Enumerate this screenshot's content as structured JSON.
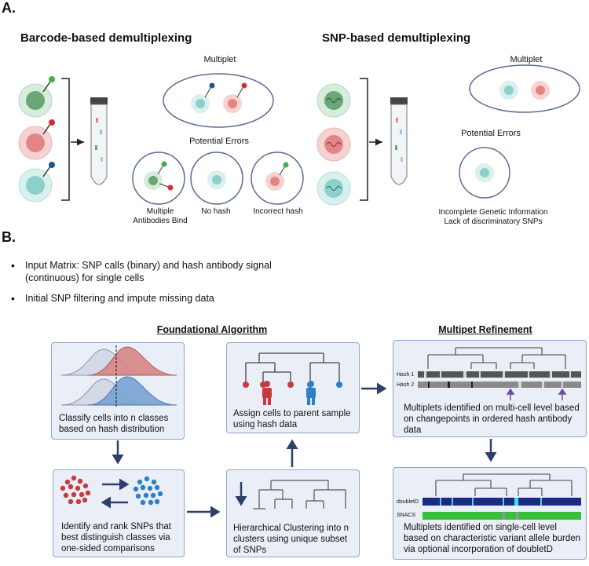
{
  "panel_a": {
    "letter": "A.",
    "barcode": {
      "title": "Barcode-based demultiplexing",
      "multiplet": "Multiplet",
      "potential_errors": "Potential  Errors",
      "error_multiple": "Multiple\nAntibodies Bind",
      "error_nohash": "No hash",
      "error_incorrect": "Incorrect hash"
    },
    "snp": {
      "title": "SNP-based demultiplexing",
      "multiplet": "Multiplet",
      "potential_errors": "Potential  Errors",
      "error_line1": "Incomplete Genetic Information",
      "error_line2": "Lack of discriminatory SNPs"
    }
  },
  "panel_b": {
    "letter": "B.",
    "bullets": [
      "Input Matrix: SNP calls (binary) and hash antibody signal (continuous) for single cells",
      "Initial SNP filtering and impute missing data"
    ],
    "foundational_header": "Foundational Algorithm",
    "refinement_header": "Multipet Refinement",
    "box_classify": "Classify cells into n classes based on hash distribution",
    "box_identify": "Identify and rank SNPs that best distinguish classes via one-sided comparisons",
    "box_hclust": "Hierarchical Clustering into n clusters using unique subset of SNPs",
    "box_assign": "Assign cells to parent sample using hash data",
    "box_multi": "Multiplets identified on multi-cell level based on changepoints in ordered hash antibody data",
    "box_single": "Multiplets identified on single-cell level based on characteristic variant allele burden via optional incorporation of doubletD",
    "hash1": "Hash 1",
    "hash2": "Hash 2",
    "doubletd": "doubletD",
    "snacs": "SNACS"
  },
  "colors": {
    "box_fill": "#e9eef7",
    "box_border": "#8fa3cf",
    "arrow": "#2f3f6b",
    "red": "#c63c3c",
    "blue": "#2f7fc8",
    "green_cell": "#6aa777",
    "red_cell": "#e48585",
    "teal_cell": "#8dcfc9",
    "doubletd_bar": "#1b2a87",
    "snacs_bar": "#38c03a"
  }
}
